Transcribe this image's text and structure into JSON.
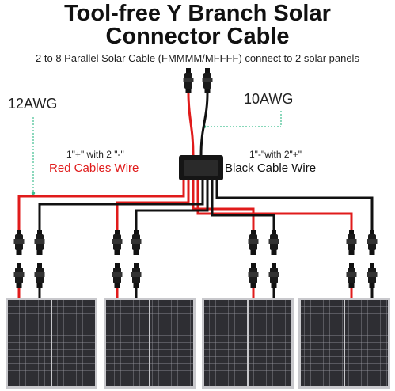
{
  "title": {
    "line1": "Tool-free Y Branch Solar",
    "line2": "Connector Cable"
  },
  "subtitle": "2 to 8 Parallel Solar Cable (FMMMM/MFFFF) connect to 2 solar panels",
  "labels": {
    "awg12": "12AWG",
    "awg10": "10AWG",
    "red_desc": "1\"+\" with 2 \"-\"",
    "red_name": "Red Cables Wire",
    "black_desc": "1\"-\"with 2\"+\"",
    "black_name": "Black Cable Wire"
  },
  "colors": {
    "red_wire": "#e01b1b",
    "black_wire": "#111111",
    "callout": "#3fbf8f",
    "panel_cell": "#2e2e33",
    "panel_frame": "#c8c8cc"
  },
  "panel_count": 4
}
